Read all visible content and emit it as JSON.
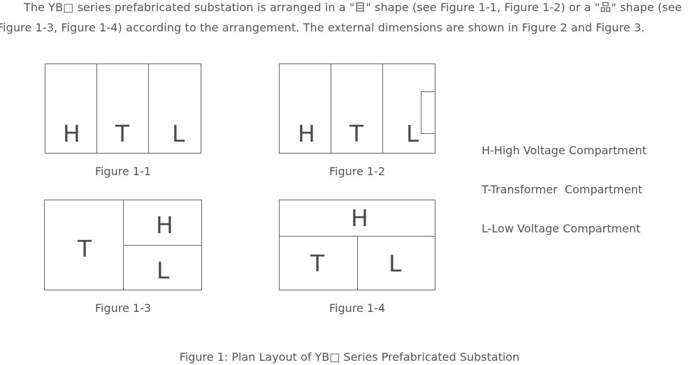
{
  "intro": {
    "line1": "The YB□ series prefabricated substation is arranged in a \"目\" shape (see Figure 1-1, Figure 1-2) or a \"品\" shape (see",
    "line2": "Figure 1-3, Figure 1-4) according to the arrangement. The external dimensions are shown in Figure 2 and Figure 3."
  },
  "figures": {
    "fig1_1": {
      "caption": "Figure 1-1",
      "cells": [
        "H",
        "T",
        "L"
      ]
    },
    "fig1_2": {
      "caption": "Figure 1-2",
      "cells": [
        "H",
        "T",
        "L"
      ]
    },
    "fig1_3": {
      "caption": "Figure 1-3",
      "cells": [
        "T",
        "H",
        "L"
      ]
    },
    "fig1_4": {
      "caption": "Figure 1-4",
      "cells": [
        "H",
        "T",
        "L"
      ]
    }
  },
  "legend": [
    "H-High Voltage Compartment",
    "T-Transformer  Compartment",
    "L-Low Voltage Compartment"
  ],
  "caption": "Figure 1: Plan Layout of YB□ Series Prefabricated Substation"
}
